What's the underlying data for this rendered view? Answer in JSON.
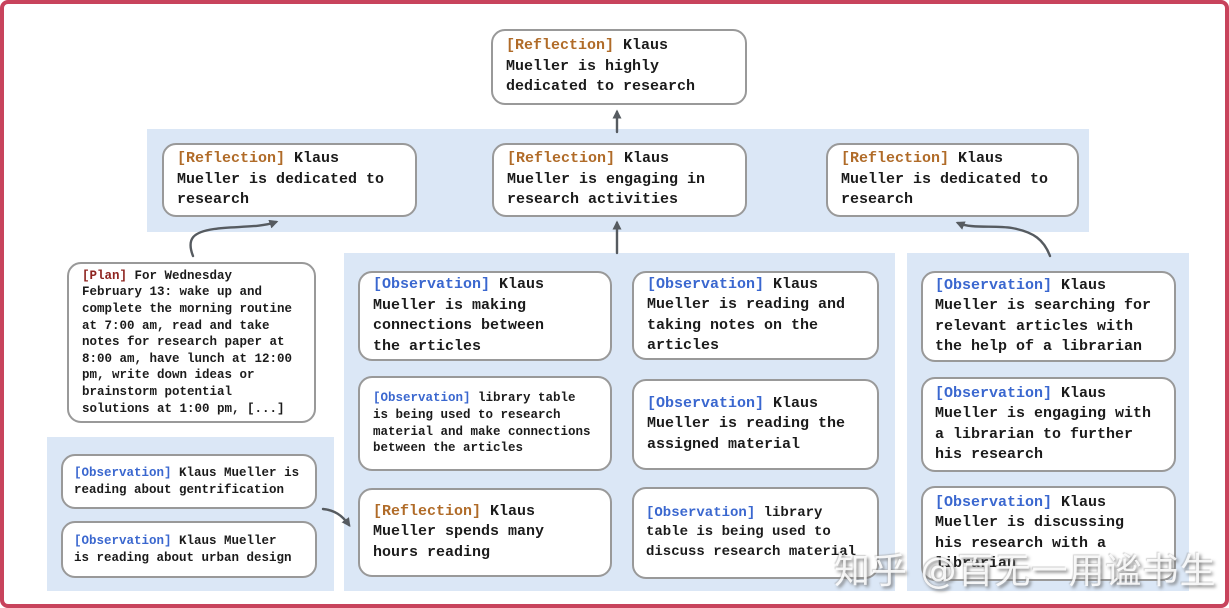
{
  "frame": {
    "border_color": "#c8435c"
  },
  "bands": {
    "color": "#dbe7f6"
  },
  "tag_colors": {
    "reflection": "#b06b28",
    "plan": "#8e2420",
    "observation": "#3a67cf"
  },
  "nodes": {
    "top_reflection": {
      "tag": "[Reflection]",
      "text": "Klaus\nMueller is highly\ndedicated to research"
    },
    "row2_left": {
      "tag": "[Reflection]",
      "text": "Klaus\nMueller is dedicated to\nresearch"
    },
    "row2_mid": {
      "tag": "[Reflection]",
      "text": "Klaus\nMueller is engaging in\nresearch activities"
    },
    "row2_right": {
      "tag": "[Reflection]",
      "text": "Klaus\nMueller is dedicated to\nresearch"
    },
    "plan": {
      "tag": "[Plan]",
      "text": "For Wednesday\nFebruary 13: wake up and\ncomplete the morning routine\nat 7:00 am, read and take\nnotes for research paper at\n8:00 am, have lunch at 12:00\npm, write down ideas or\nbrainstorm potential\nsolutions at 1:00 pm, [...]"
    },
    "obs_left_1": {
      "tag": "[Observation]",
      "text": "Klaus Mueller is\nreading about gentrification"
    },
    "obs_left_2": {
      "tag": "[Observation]",
      "text": "Klaus Mueller\nis reading about urban design"
    },
    "mid_a1": {
      "tag": "[Observation]",
      "text": "Klaus\nMueller is making\nconnections between\nthe articles"
    },
    "mid_a2": {
      "tag": "[Observation]",
      "text": "library table\nis being used to research\nmaterial and make connections\nbetween the articles"
    },
    "mid_a3": {
      "tag": "[Reflection]",
      "text": "Klaus\nMueller spends many\nhours reading"
    },
    "mid_b1": {
      "tag": "[Observation]",
      "text": "Klaus\nMueller is reading and\ntaking notes on the\narticles"
    },
    "mid_b2": {
      "tag": "[Observation]",
      "text": "Klaus\nMueller is reading the\nassigned material"
    },
    "mid_b3": {
      "tag": "[Observation]",
      "text": "library\ntable is being used to\ndiscuss research material"
    },
    "right_1": {
      "tag": "[Observation]",
      "text": "Klaus\nMueller is searching for\nrelevant articles with\nthe help of a librarian"
    },
    "right_2": {
      "tag": "[Observation]",
      "text": "Klaus\nMueller is engaging with\na librarian to further\nhis research"
    },
    "right_3": {
      "tag": "[Observation]",
      "text": "Klaus\nMueller is discussing\nhis research with a\nlibrarian"
    }
  },
  "watermark": {
    "text": "知乎 @百无一用谧书生"
  }
}
